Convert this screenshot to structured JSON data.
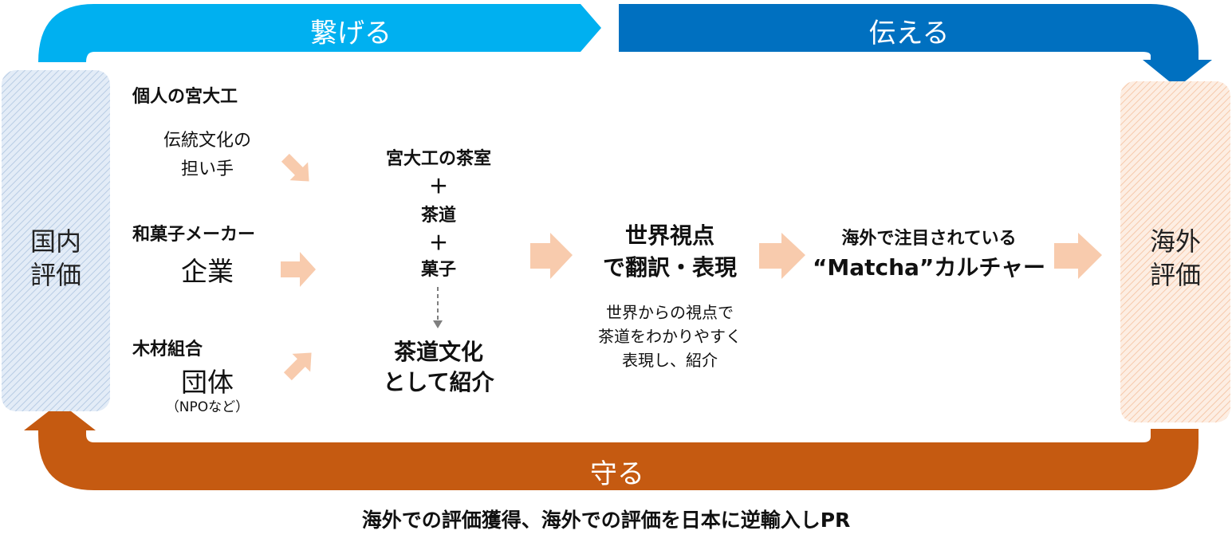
{
  "arrows": {
    "tsunageru": "繋げる",
    "tsutaeru": "伝える",
    "mamoru": "守る"
  },
  "left_box": {
    "line1": "国内",
    "line2": "評価"
  },
  "right_box": {
    "line1": "海外",
    "line2": "評価"
  },
  "actors": [
    {
      "title": "個人の宮大工",
      "role_line1": "伝統文化の",
      "role_line2": "担い手"
    },
    {
      "title": "和菓子メーカー",
      "role": "企業"
    },
    {
      "title": "木材組合",
      "role": "団体",
      "note": "（NPOなど）"
    }
  ],
  "combo": {
    "item1": "宮大工の茶室",
    "plus1": "＋",
    "item2": "茶道",
    "plus2": "＋",
    "item3": "菓子",
    "result_line1": "茶道文化",
    "result_line2": "として紹介"
  },
  "translate": {
    "line1": "世界視点",
    "line2": "で翻訳・表現",
    "desc_line1": "世界からの視点で",
    "desc_line2": "茶道をわかりやすく",
    "desc_line3": "表現し、紹介"
  },
  "matcha": {
    "line1": "海外で注目されている",
    "line2": "“Matcha”カルチャー"
  },
  "footer": "海外での評価獲得、海外での評価を日本に逆輸入しPR",
  "colors": {
    "light_blue": "#00b0f0",
    "dark_blue": "#0070c0",
    "orange": "#c55a11",
    "peach_arrow": "#f8cbad",
    "left_box": "#dae5f2",
    "right_box": "#fbe5d6"
  }
}
